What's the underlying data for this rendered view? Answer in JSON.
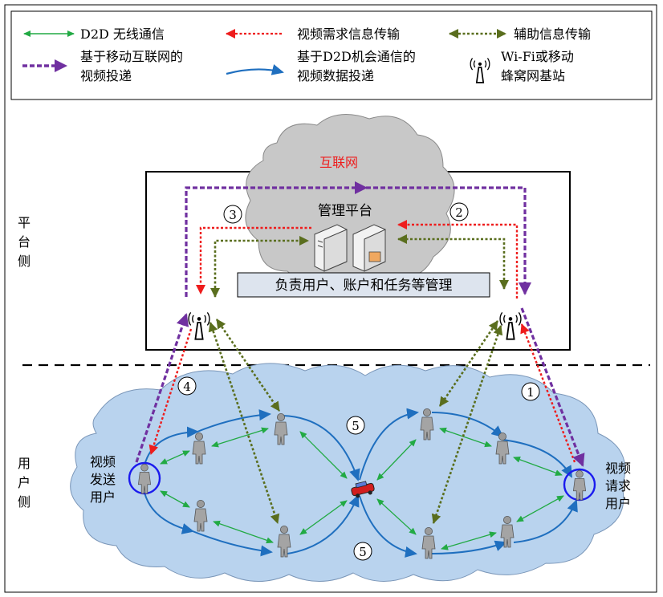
{
  "legend": {
    "d2d_wireless": "D2D 无线通信",
    "video_request_info": "视频需求信息传输",
    "aux_info": "辅助信息传输",
    "mobile_internet_delivery_1": "基于移动互联网的",
    "mobile_internet_delivery_2": "视频投递",
    "d2d_opportunistic_1": "基于D2D机会通信的",
    "d2d_opportunistic_2": "视频数据投递",
    "base_station_1": "Wi-Fi或移动",
    "base_station_2": "蜂窝网基站"
  },
  "internet_label": "互联网",
  "platform_label": "管理平台",
  "management_box": "负责用户、账户和任务等管理",
  "side_labels": {
    "platform": [
      "平",
      "台",
      "侧"
    ],
    "user": [
      "用",
      "户",
      "侧"
    ]
  },
  "sender": [
    "视频",
    "发送",
    "用户"
  ],
  "requester": [
    "视频",
    "请求",
    "用户"
  ],
  "steps": [
    "1",
    "2",
    "3",
    "4",
    "5",
    "5"
  ],
  "colors": {
    "d2d": "#22aa44",
    "request": "#ee1c1c",
    "aux": "#5a6e1e",
    "mobile": "#7030a0",
    "d2d_data": "#1f6fbf",
    "internet_text": "#ee1c1c",
    "user_cloud": "#b9d3ee",
    "internet_cloud": "#c8c8c8"
  }
}
